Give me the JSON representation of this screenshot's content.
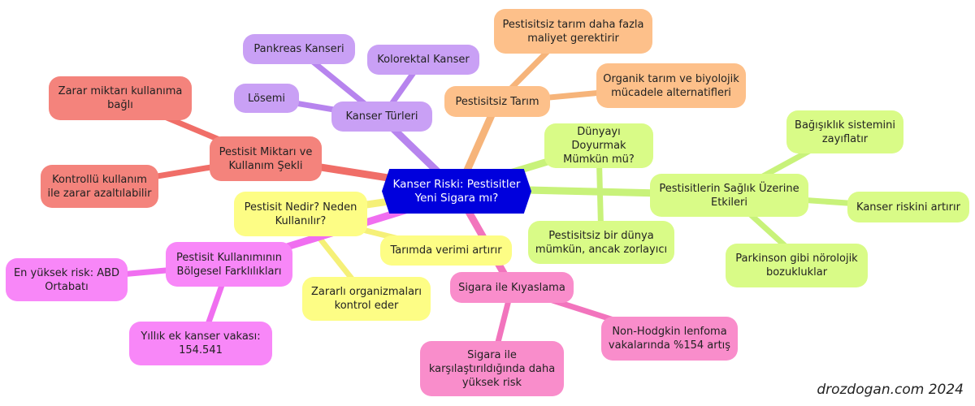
{
  "colors": {
    "center": "#0000dd",
    "purple": "#c9a0f5",
    "purple_edge": "#b784ee",
    "orange": "#fdc08a",
    "orange_edge": "#f6b47a",
    "green": "#d9fb87",
    "green_edge": "#c8f27a",
    "red": "#f4837c",
    "red_edge": "#f06e68",
    "yellow": "#fdfd85",
    "yellow_edge": "#f5f078",
    "magenta": "#f887f8",
    "magenta_edge": "#f06ef0",
    "pink": "#f98dcb",
    "pink_edge": "#f274bd"
  },
  "center": {
    "label": "Kanser Riski: Pestisitler Yeni Sigara mı?"
  },
  "branches": {
    "cancer_types": {
      "label": "Kanser Türleri",
      "children": [
        "Pankreas Kanseri",
        "Kolorektal Kanser",
        "Lösemi"
      ]
    },
    "pesticide_free": {
      "label": "Pestisitsiz Tarım",
      "children": [
        "Pestisitsiz tarım daha fazla maliyet gerektirir",
        "Organik tarım ve biyolojik mücadele alternatifleri"
      ]
    },
    "feed_world": {
      "label": "Dünyayı Doyurmak Mümkün mü?",
      "children": [
        "Pestisitsiz bir dünya mümkün, ancak zorlayıcı"
      ]
    },
    "health_effects": {
      "label": "Pestisitlerin Sağlık Üzerine Etkileri",
      "children": [
        "Bağışıklık sistemini zayıflatır",
        "Kanser riskini artırır",
        "Parkinson gibi nörolojik bozukluklar"
      ]
    },
    "amount_usage": {
      "label": "Pestisit Miktarı ve Kullanım Şekli",
      "children": [
        "Zarar miktarı kullanıma bağlı",
        "Kontrollü kullanım ile zarar azaltılabilir"
      ]
    },
    "what_is": {
      "label": "Pestisit Nedir? Neden Kullanılır?",
      "children": [
        "Tarımda verimi artırır",
        "Zararlı organizmaları kontrol eder"
      ]
    },
    "regional": {
      "label": "Pestisit Kullanımının Bölgesel Farklılıkları",
      "children": [
        "En yüksek risk: ABD Ortabatı",
        "Yıllık ek kanser vakası: 154.541"
      ]
    },
    "smoking": {
      "label": "Sigara ile Kıyaslama",
      "children": [
        "Non-Hodgkin lenfoma vakalarında %154 artış",
        "Sigara ile karşılaştırıldığında daha yüksek risk"
      ]
    }
  },
  "watermark": "drozdogan.com 2024"
}
